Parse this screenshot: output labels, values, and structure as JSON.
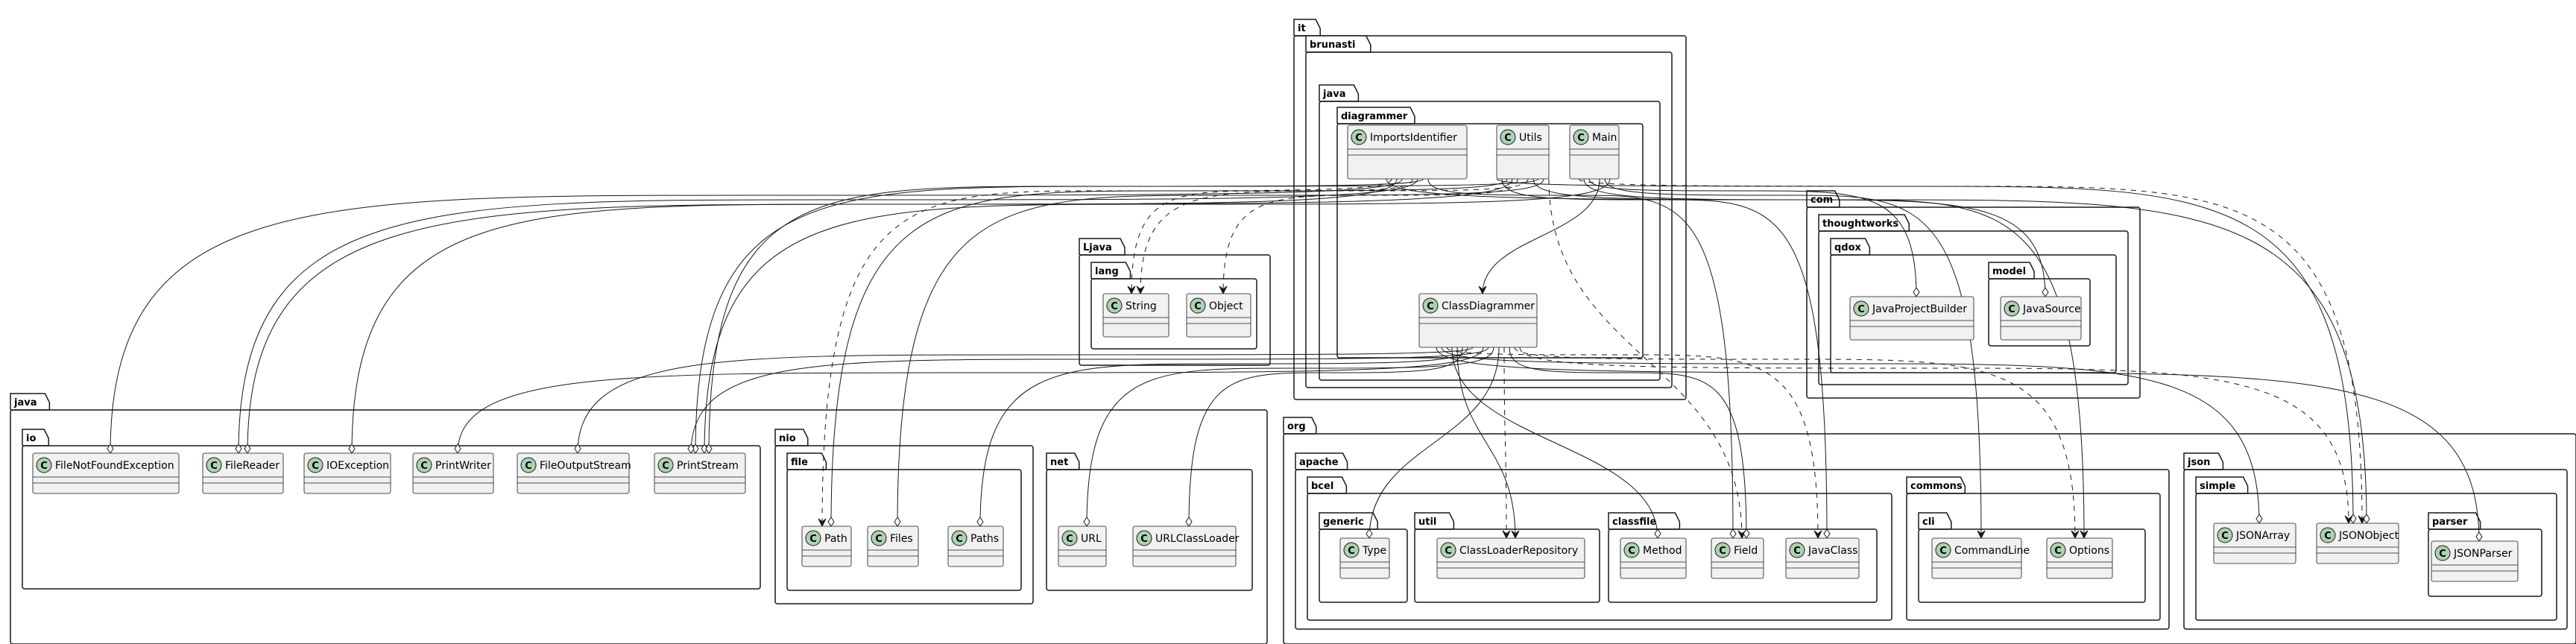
{
  "packages": [
    {
      "id": "it",
      "label": "it"
    },
    {
      "id": "brunasti",
      "label": "brunasti"
    },
    {
      "id": "java_it",
      "label": "java"
    },
    {
      "id": "diagrammer",
      "label": "diagrammer"
    },
    {
      "id": "Ljava",
      "label": "Ljava"
    },
    {
      "id": "lang",
      "label": "lang"
    },
    {
      "id": "com",
      "label": "com"
    },
    {
      "id": "thoughtworks",
      "label": "thoughtworks"
    },
    {
      "id": "qdox",
      "label": "qdox"
    },
    {
      "id": "model",
      "label": "model"
    },
    {
      "id": "java",
      "label": "java"
    },
    {
      "id": "io",
      "label": "io"
    },
    {
      "id": "nio",
      "label": "nio"
    },
    {
      "id": "file",
      "label": "file"
    },
    {
      "id": "net",
      "label": "net"
    },
    {
      "id": "org",
      "label": "org"
    },
    {
      "id": "apache",
      "label": "apache"
    },
    {
      "id": "bcel",
      "label": "bcel"
    },
    {
      "id": "generic",
      "label": "generic"
    },
    {
      "id": "util",
      "label": "util"
    },
    {
      "id": "classfile",
      "label": "classfile"
    },
    {
      "id": "commons",
      "label": "commons"
    },
    {
      "id": "cli",
      "label": "cli"
    },
    {
      "id": "json",
      "label": "json"
    },
    {
      "id": "simple",
      "label": "simple"
    },
    {
      "id": "parser",
      "label": "parser"
    }
  ],
  "classes": [
    {
      "id": "ImportsIdentifier",
      "name": "ImportsIdentifier"
    },
    {
      "id": "Utils",
      "name": "Utils"
    },
    {
      "id": "Main",
      "name": "Main"
    },
    {
      "id": "ClassDiagrammer",
      "name": "ClassDiagrammer"
    },
    {
      "id": "String",
      "name": "String"
    },
    {
      "id": "Object",
      "name": "Object"
    },
    {
      "id": "JavaProjectBuilder",
      "name": "JavaProjectBuilder"
    },
    {
      "id": "JavaSource",
      "name": "JavaSource"
    },
    {
      "id": "FileNotFoundException",
      "name": "FileNotFoundException"
    },
    {
      "id": "FileReader",
      "name": "FileReader"
    },
    {
      "id": "IOException",
      "name": "IOException"
    },
    {
      "id": "PrintWriter",
      "name": "PrintWriter"
    },
    {
      "id": "FileOutputStream",
      "name": "FileOutputStream"
    },
    {
      "id": "PrintStream",
      "name": "PrintStream"
    },
    {
      "id": "Path",
      "name": "Path"
    },
    {
      "id": "Files",
      "name": "Files"
    },
    {
      "id": "Paths",
      "name": "Paths"
    },
    {
      "id": "URL",
      "name": "URL"
    },
    {
      "id": "URLClassLoader",
      "name": "URLClassLoader"
    },
    {
      "id": "Type",
      "name": "Type"
    },
    {
      "id": "ClassLoaderRepository",
      "name": "ClassLoaderRepository"
    },
    {
      "id": "Method",
      "name": "Method"
    },
    {
      "id": "Field",
      "name": "Field"
    },
    {
      "id": "JavaClass",
      "name": "JavaClass"
    },
    {
      "id": "CommandLine",
      "name": "CommandLine"
    },
    {
      "id": "Options",
      "name": "Options"
    },
    {
      "id": "JSONArray",
      "name": "JSONArray"
    },
    {
      "id": "JSONObject",
      "name": "JSONObject"
    },
    {
      "id": "JSONParser",
      "name": "JSONParser"
    }
  ],
  "class_glyph": "C",
  "colors": {
    "class_circle": "#add1b2",
    "class_fill": "#f1f1f1",
    "package_fill": "#ffffff",
    "line": "#181818"
  },
  "relations": [
    {
      "from": "Main",
      "to": "ClassDiagrammer",
      "style": "arrow"
    },
    {
      "from": "Main",
      "to": "JavaProjectBuilder",
      "style": "aggregation"
    },
    {
      "from": "Main",
      "to": "CommandLine",
      "style": "arrow"
    },
    {
      "from": "Main",
      "to": "Options",
      "style": "arrow"
    },
    {
      "from": "Main",
      "to": "PrintStream",
      "style": "aggregation"
    },
    {
      "from": "Main",
      "to": "JSONObject",
      "style": "dependency"
    },
    {
      "from": "Utils",
      "to": "String",
      "style": "dependency"
    },
    {
      "from": "Utils",
      "to": "Object",
      "style": "dependency"
    },
    {
      "from": "Utils",
      "to": "JavaSource",
      "style": "aggregation"
    },
    {
      "from": "Utils",
      "to": "FileReader",
      "style": "aggregation"
    },
    {
      "from": "Utils",
      "to": "PrintStream",
      "style": "aggregation"
    },
    {
      "from": "Utils",
      "to": "Path",
      "style": "aggregation"
    },
    {
      "from": "Utils",
      "to": "Files",
      "style": "aggregation"
    },
    {
      "from": "Utils",
      "to": "JavaClass",
      "style": "aggregation"
    },
    {
      "from": "Utils",
      "to": "Field",
      "style": "dependency"
    },
    {
      "from": "Utils",
      "to": "JSONObject",
      "style": "aggregation"
    },
    {
      "from": "ImportsIdentifier",
      "to": "String",
      "style": "dependency"
    },
    {
      "from": "ImportsIdentifier",
      "to": "FileNotFoundException",
      "style": "aggregation"
    },
    {
      "from": "ImportsIdentifier",
      "to": "FileReader",
      "style": "aggregation"
    },
    {
      "from": "ImportsIdentifier",
      "to": "IOException",
      "style": "aggregation"
    },
    {
      "from": "ImportsIdentifier",
      "to": "PrintStream",
      "style": "aggregation"
    },
    {
      "from": "ImportsIdentifier",
      "to": "Path",
      "style": "dependency"
    },
    {
      "from": "ImportsIdentifier",
      "to": "Field",
      "style": "aggregation"
    },
    {
      "from": "ImportsIdentifier",
      "to": "JSONObject",
      "style": "aggregation"
    },
    {
      "from": "ClassDiagrammer",
      "to": "PrintWriter",
      "style": "aggregation"
    },
    {
      "from": "ClassDiagrammer",
      "to": "FileOutputStream",
      "style": "aggregation"
    },
    {
      "from": "ClassDiagrammer",
      "to": "PrintStream",
      "style": "aggregation"
    },
    {
      "from": "ClassDiagrammer",
      "to": "Paths",
      "style": "aggregation"
    },
    {
      "from": "ClassDiagrammer",
      "to": "URL",
      "style": "aggregation"
    },
    {
      "from": "ClassDiagrammer",
      "to": "URLClassLoader",
      "style": "aggregation"
    },
    {
      "from": "ClassDiagrammer",
      "to": "Type",
      "style": "aggregation"
    },
    {
      "from": "ClassDiagrammer",
      "to": "ClassLoaderRepository",
      "style": "arrow"
    },
    {
      "from": "ClassDiagrammer",
      "to": "ClassLoaderRepository",
      "style": "dependency"
    },
    {
      "from": "ClassDiagrammer",
      "to": "Method",
      "style": "aggregation"
    },
    {
      "from": "ClassDiagrammer",
      "to": "Field",
      "style": "aggregation"
    },
    {
      "from": "ClassDiagrammer",
      "to": "JavaClass",
      "style": "dependency"
    },
    {
      "from": "ClassDiagrammer",
      "to": "Options",
      "style": "dependency"
    },
    {
      "from": "ClassDiagrammer",
      "to": "JSONArray",
      "style": "aggregation"
    },
    {
      "from": "ClassDiagrammer",
      "to": "JSONObject",
      "style": "dependency"
    },
    {
      "from": "ClassDiagrammer",
      "to": "JSONParser",
      "style": "aggregation"
    }
  ]
}
